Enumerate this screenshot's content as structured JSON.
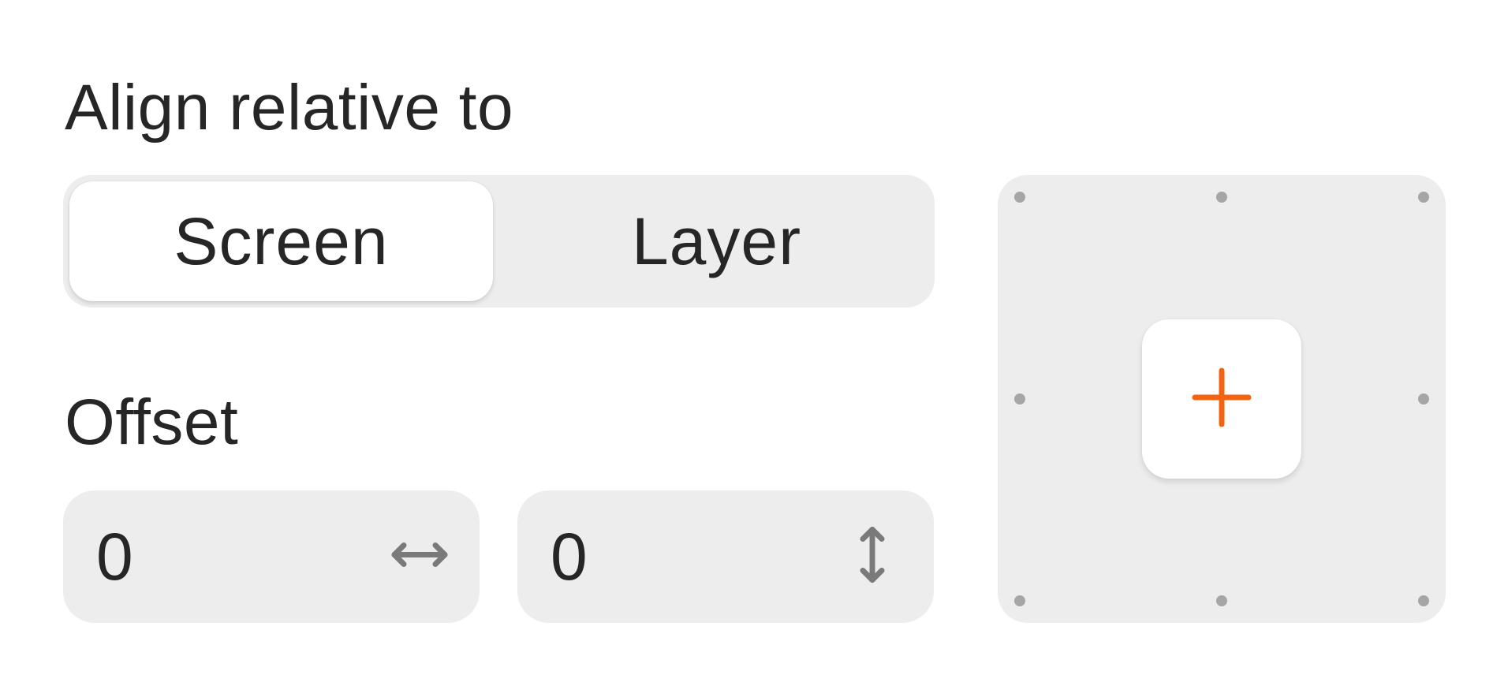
{
  "align": {
    "title": "Align relative to",
    "options": [
      "Screen",
      "Layer"
    ],
    "selected": "Screen"
  },
  "offset": {
    "title": "Offset",
    "x": {
      "value": "0",
      "icon": "horizontal-double-arrow-icon"
    },
    "y": {
      "value": "0",
      "icon": "vertical-double-arrow-icon"
    }
  },
  "anchor": {
    "selected": "center",
    "accent_color": "#f26411",
    "dot_color": "#a6a6a6",
    "points": [
      "top-left",
      "top-center",
      "top-right",
      "middle-left",
      "center",
      "middle-right",
      "bottom-left",
      "bottom-center",
      "bottom-right"
    ],
    "center_icon": "plus-icon"
  },
  "colors": {
    "background": "#ffffff",
    "control_bg": "#ededed",
    "text": "#262626",
    "icon": "#7a7a7a"
  }
}
